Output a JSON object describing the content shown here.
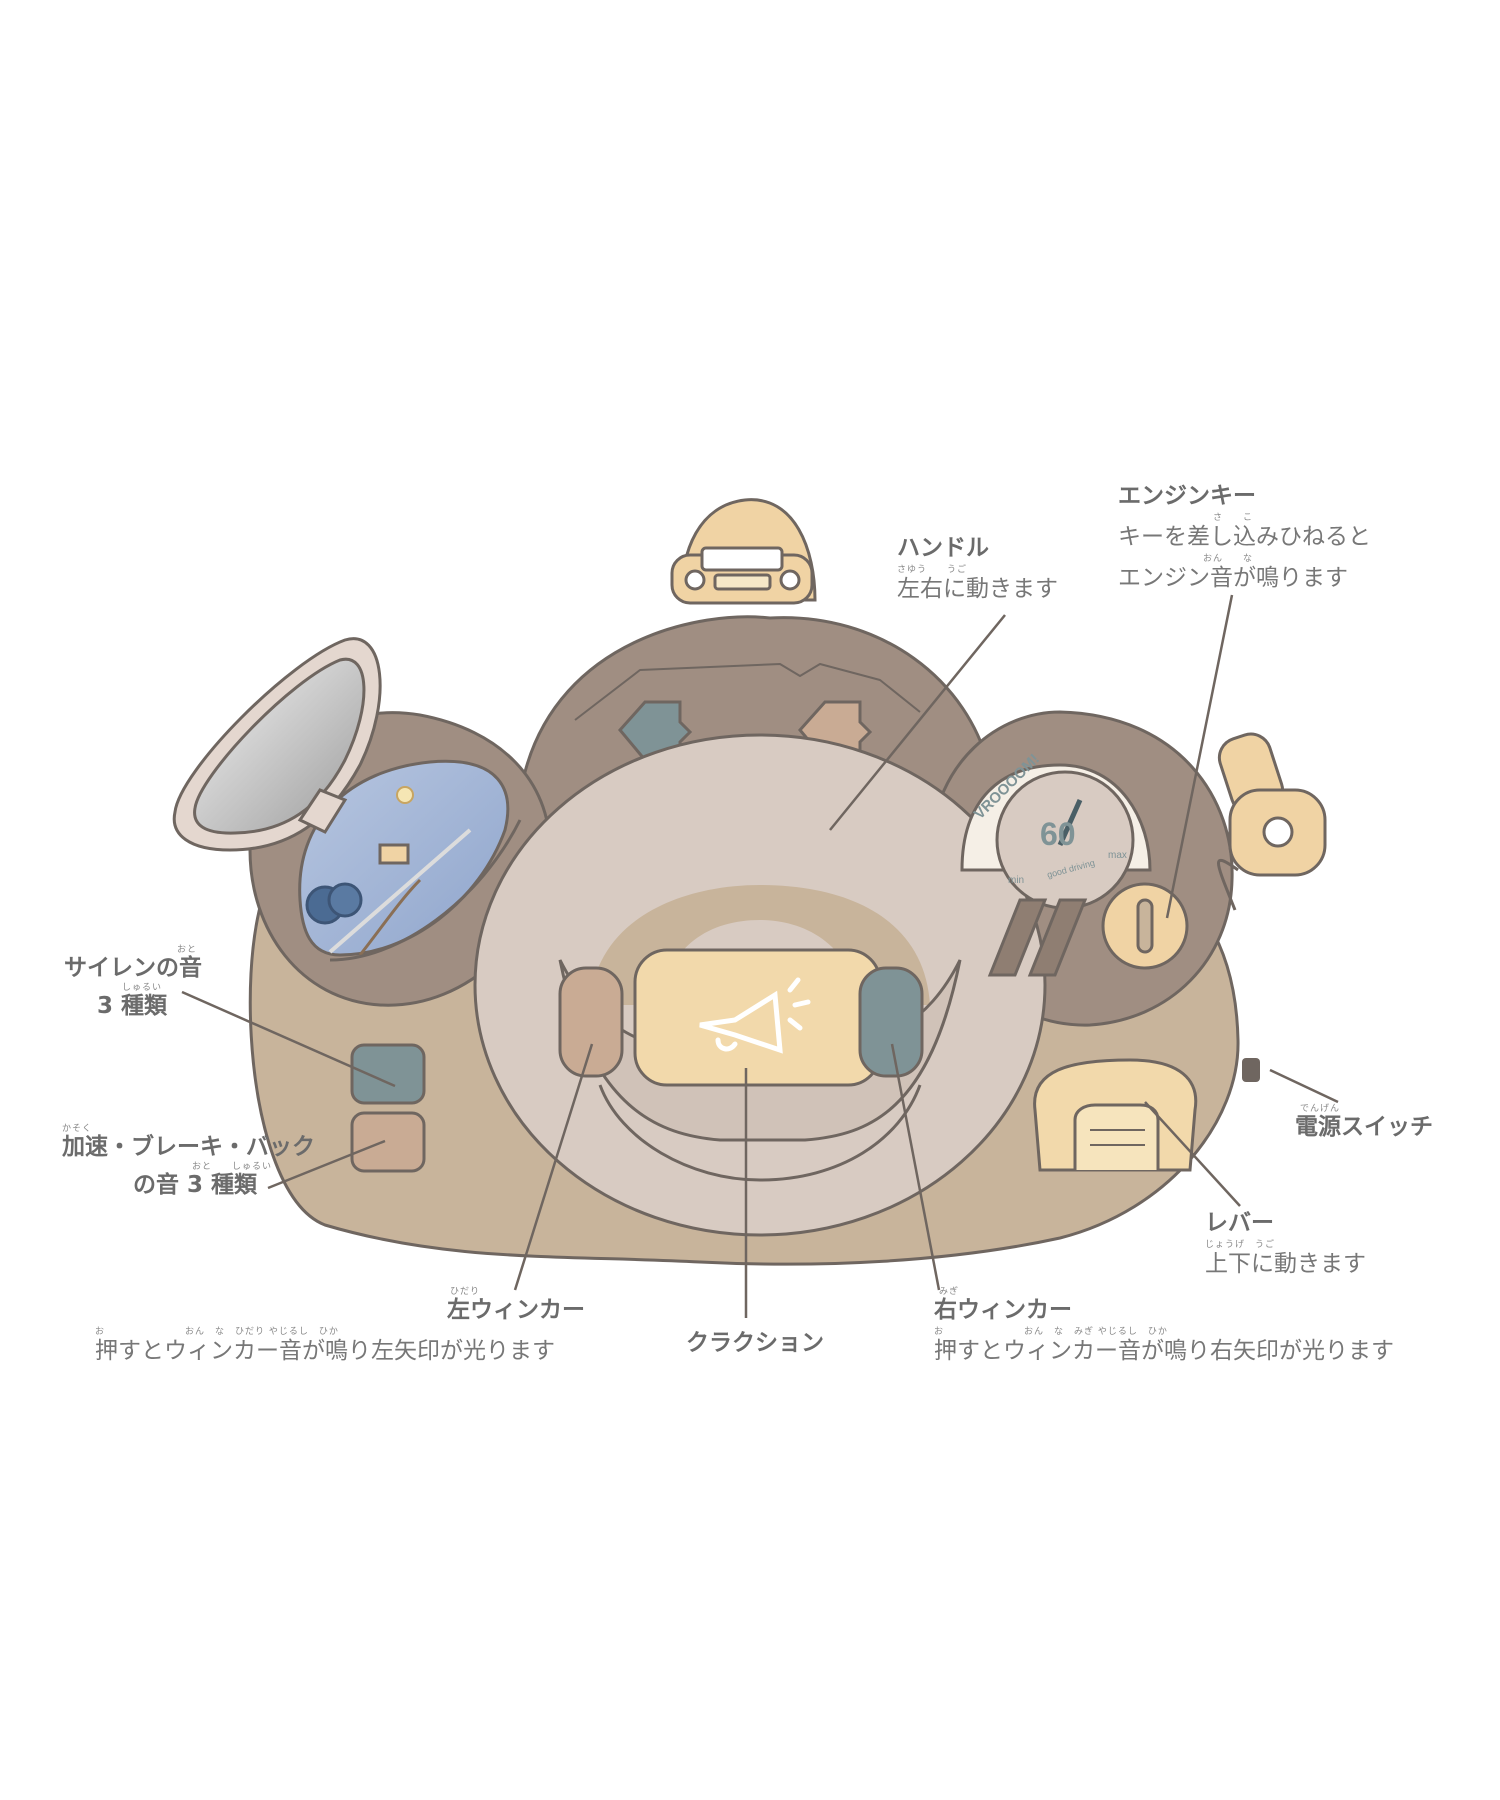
{
  "labels": {
    "handle": {
      "title": "ハンドル",
      "ruby": "さゆう　　うご",
      "desc": "左右に動きます"
    },
    "engine_key": {
      "title": "エンジンキー",
      "ruby1": "さ　　こ",
      "desc1": "キーを差し込みひねると",
      "ruby2": "おん　　な",
      "desc2": "エンジン音が鳴ります"
    },
    "siren": {
      "ruby": "おと",
      "title1": "サイレンの音",
      "ruby2": "しゅるい",
      "title2": "3 種類"
    },
    "accel": {
      "ruby": "かそく",
      "title1": "加速・ブレーキ・バック",
      "ruby2": "おと　　しゅるい",
      "title2": "の音 3 種類"
    },
    "power_switch": {
      "ruby": "でんげん",
      "title": "電源スイッチ"
    },
    "lever": {
      "title": "レバー",
      "ruby": "じょうげ　うご",
      "desc": "上下に動きます"
    },
    "left_winker": {
      "ruby": "ひだり",
      "title": "左ウィンカー",
      "ruby2": "お　　　　　　　　おん　な　ひだり やじるし　ひか",
      "desc": "押すとウィンカー音が鳴り左矢印が光ります"
    },
    "horn": {
      "title": "クラクション"
    },
    "right_winker": {
      "ruby": "みぎ",
      "title": "右ウィンカー",
      "ruby2": "お　　　　　　　　おん　な　みぎ やじるし　ひか",
      "desc": "押すとウィンカー音が鳴り右矢印が光ります"
    }
  },
  "gauge": {
    "brand": "VROOOOM!",
    "speed": "60",
    "min": "min",
    "max": "max",
    "caption": "good driving"
  },
  "colors": {
    "body": "#c8b49b",
    "dark_brown": "#a08e82",
    "outline": "#6f6660",
    "wheel": "#d8cbc2",
    "horn_pad": "#f2d9ab",
    "left_button": "#c9ab94",
    "right_button": "#7f9396",
    "key": "#f0d3a4",
    "mirror": "#b9b9b9"
  }
}
